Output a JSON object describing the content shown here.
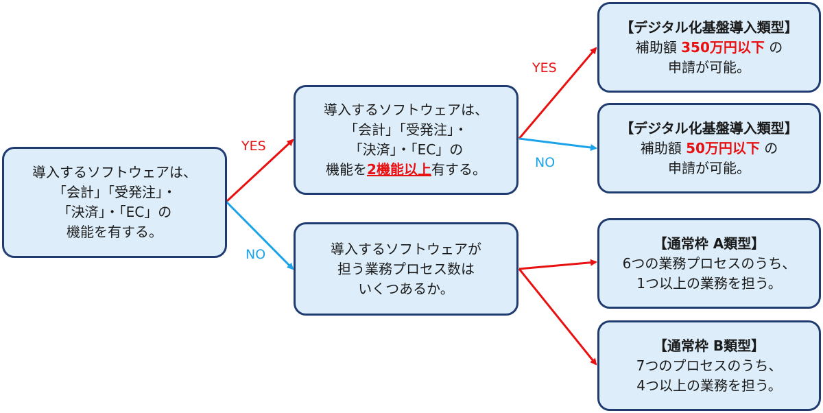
{
  "colors": {
    "box_fill": "#ddeefa",
    "box_border": "#1f3b70",
    "yes_arrow": "#e81010",
    "no_arrow": "#1aa3e8",
    "highlight": "#e81010"
  },
  "start": {
    "line1": "導入するソフトウェアは、",
    "line2": "「会計」「受発注」・",
    "line3": "「決済」・「EC」の",
    "line4": "機能を有する。"
  },
  "q_functions": {
    "line1": "導入するソフトウェアは、",
    "line2": "「会計」「受発注」・",
    "line3": "「決済」・「EC」の",
    "line4_pre": "機能を",
    "line4_highlight": "2機能以上",
    "line4_post": "有する。"
  },
  "q_process": {
    "line1": "導入するソフトウェアが",
    "line2": "担う業務プロセス数は",
    "line3": "いくつあるか。"
  },
  "result_350": {
    "title": "【デジタル化基盤導入類型】",
    "line2_pre": "補助額",
    "line2_amount": "350万円以下",
    "line2_post": "の",
    "line3": "申請が可能。"
  },
  "result_50": {
    "title": "【デジタル化基盤導入類型】",
    "line2_pre": "補助額",
    "line2_amount": "50万円以下",
    "line2_post": "の",
    "line3": "申請が可能。"
  },
  "result_a": {
    "title": "【通常枠 A類型】",
    "line2": "6つの業務プロセスのうち、",
    "line3": "1つ以上の業務を担う。"
  },
  "result_b": {
    "title": "【通常枠 B類型】",
    "line2": "7つのプロセスのうち、",
    "line3": "4つ以上の業務を担う。"
  },
  "labels": {
    "yes_1": "YES",
    "no_1": "NO",
    "yes_2": "YES",
    "no_2": "NO"
  }
}
